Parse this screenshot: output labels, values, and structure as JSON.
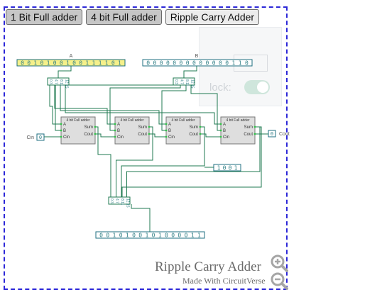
{
  "tabs": [
    "1 Bit Full adder",
    "4 bit Full adder",
    "Ripple Carry Adder"
  ],
  "active_tab": 2,
  "footer": {
    "title": "Ripple Carry Adder",
    "subtitle": "Made With CircuitVerse"
  },
  "hidden_panel": {
    "label": "lock:"
  },
  "inputs": {
    "a": {
      "label": "A",
      "bits": "0010100100111101"
    },
    "b": {
      "label": "B",
      "bits": "0000000000000110"
    },
    "cin": {
      "label": "Cin",
      "value": "0"
    }
  },
  "splitter_labels": [
    "0:3",
    "4:7",
    "8:11",
    "12:15"
  ],
  "adders": [
    {
      "title": "4 bit Full adder",
      "pins": [
        "A",
        "B",
        "Cin",
        "Sum",
        "Cout"
      ]
    },
    {
      "title": "4 bit Full adder",
      "pins": [
        "A",
        "B",
        "Cin",
        "Sum",
        "Cout"
      ]
    },
    {
      "title": "4 bit Full adder",
      "pins": [
        "A",
        "B",
        "Cin",
        "Sum",
        "Cout"
      ]
    },
    {
      "title": "4 bit Full adder",
      "pins": [
        "A",
        "B",
        "Cin",
        "Sum",
        "Cout"
      ]
    }
  ],
  "outputs": {
    "sum": {
      "bits": "0010100101000011"
    },
    "nibble": {
      "bits": "1001"
    },
    "cout": {
      "label": "Cout",
      "value": "0"
    }
  },
  "colors": {
    "wire": "#1f7a50",
    "frame": "#2d28d8",
    "input_fill": "#f5f08a",
    "box_fill": "#dedede"
  }
}
